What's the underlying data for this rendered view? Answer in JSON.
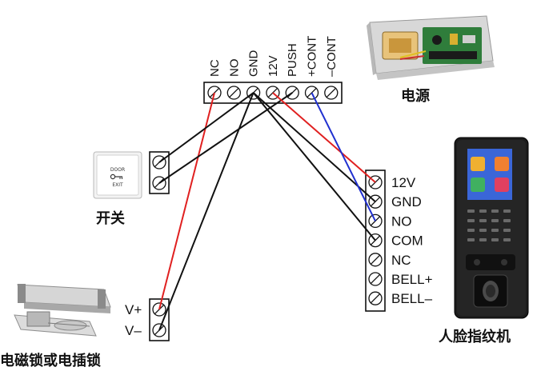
{
  "power_block": {
    "terminals": [
      "NC",
      "NO",
      "GND",
      "12V",
      "PUSH",
      "+CONT",
      "–CONT"
    ]
  },
  "captions": {
    "power": "电源",
    "switch": "开关",
    "lock": "电磁锁或电插锁",
    "reader": "人脸指纹机"
  },
  "exit_button": {
    "line1": "DOOR",
    "line2": "EXIT"
  },
  "lock_block": {
    "terminals": [
      "V+",
      "V–"
    ]
  },
  "reader_block": {
    "terminals": [
      "12V",
      "GND",
      "NO",
      "COM",
      "NC",
      "BELL+",
      "BELL–"
    ]
  },
  "colors": {
    "wire_black": "#111111",
    "wire_red": "#e02020",
    "wire_blue": "#2030d0"
  }
}
